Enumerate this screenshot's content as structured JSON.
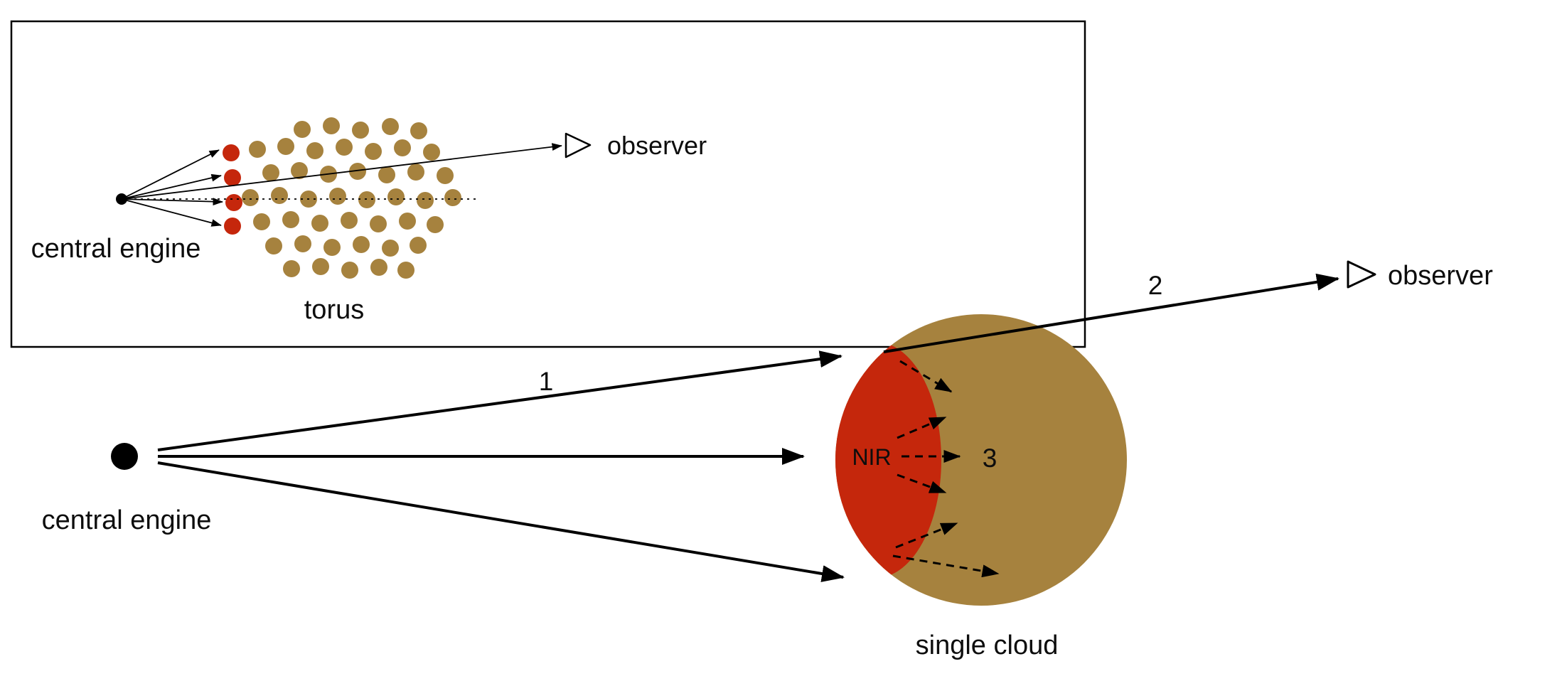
{
  "inset": {
    "central_engine_label": "central engine",
    "observer_label": "observer",
    "torus_label": "torus"
  },
  "main": {
    "central_engine_label": "central engine",
    "observer_label": "observer",
    "single_cloud_label": "single cloud",
    "nir_label": "NIR",
    "ray_1_label": "1",
    "ray_2_label": "2",
    "ray_3_label": "3"
  },
  "colors": {
    "cloud_brown": "#A6823E",
    "hot_red": "#C5270C",
    "ink": "#000000"
  }
}
